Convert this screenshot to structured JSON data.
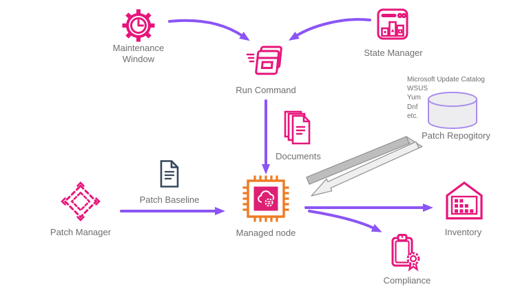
{
  "diagram": {
    "background": "#FFFFFF",
    "colors": {
      "icon_pink": "#E7157B",
      "arrow_purple": "#8B55F4",
      "chip_orange": "#EE7B22",
      "chip_fill_magenta": "#DD2073",
      "baseline_doc_slate": "#37475A",
      "repo_cylinder_stroke": "#A98BEB",
      "repo_cylinder_fill": "#EDEDF0",
      "ribbon_dark_gray": "#BDBDBD",
      "ribbon_light_gray": "#EFEFEF",
      "label_gray": "#6E6E6E"
    },
    "nodes": {
      "maintenance_window": {
        "label": "Maintenance Window",
        "icon": "gear-clock-icon"
      },
      "run_command": {
        "label": "Run Command",
        "icon": "speed-window-icon"
      },
      "state_manager": {
        "label": "State Manager",
        "icon": "dashboard-bars-icon"
      },
      "patch_repository": {
        "label": "Patch Repogitory",
        "icon": "database-cylinder-icon",
        "sources": [
          "Microsoft Update Catalog",
          "WSUS",
          "Yum",
          "Dnf",
          "etc."
        ]
      },
      "documents": {
        "label": "Documents",
        "icon": "stacked-documents-icon"
      },
      "managed_node": {
        "label": "Managed node",
        "icon": "chip-cloud-gear-icon"
      },
      "patch_manager": {
        "label": "Patch Manager",
        "icon": "pinwheel-diamond-icon"
      },
      "patch_baseline": {
        "label": "Patch Baseline",
        "icon": "document-icon"
      },
      "inventory": {
        "label": "Inventory",
        "icon": "warehouse-grid-icon"
      },
      "compliance": {
        "label": "Compliance",
        "icon": "clipboard-award-icon"
      }
    },
    "edges": [
      {
        "from": "maintenance_window",
        "to": "run_command",
        "style": "curved",
        "color": "purple"
      },
      {
        "from": "state_manager",
        "to": "run_command",
        "style": "curved",
        "color": "purple"
      },
      {
        "from": "run_command",
        "to": "managed_node",
        "style": "straight-vertical",
        "color": "purple"
      },
      {
        "from": "patch_manager",
        "to": "managed_node",
        "style": "straight-horizontal",
        "color": "purple",
        "annotation": "Patch Baseline"
      },
      {
        "from": "managed_node",
        "to": "inventory",
        "style": "straight-horizontal",
        "color": "purple"
      },
      {
        "from": "managed_node",
        "to": "compliance",
        "style": "curved",
        "color": "purple"
      },
      {
        "from": "managed_node",
        "to": "patch_repository",
        "style": "ribbon-bidirectional",
        "color": "gray"
      }
    ]
  }
}
